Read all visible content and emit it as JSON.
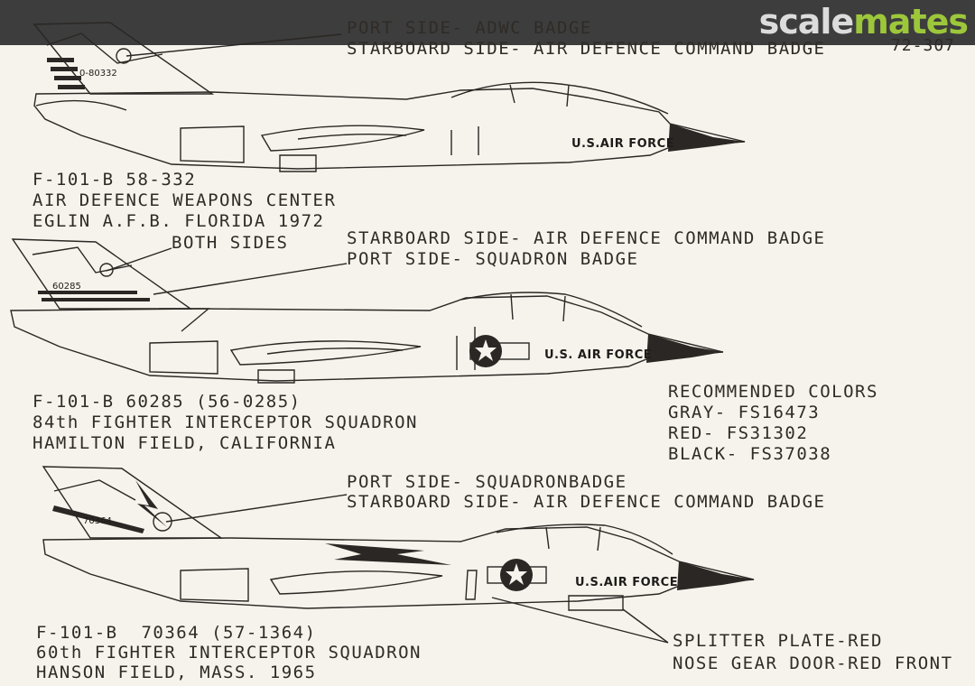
{
  "header": {
    "logo_left": "scale",
    "logo_right": "mates",
    "sheet_number": "72-307"
  },
  "colors": {
    "header_bg": "#3d3d3d",
    "logo_gray": "#dcdcdc",
    "logo_green": "#9dc73a",
    "paper": "#f6f3ec",
    "ink": "#2a2724"
  },
  "aircraft": [
    {
      "callout_line1": "PORT SIDE- ADWC BADGE",
      "callout_line2": "STARBOARD SIDE- AIR DEFENCE COMMAND BADGE",
      "tail_number": "0-80332",
      "fuselage_marking": "U.S.AIR FORCE",
      "caption_line1": "F-101-B 58-332",
      "caption_line2": "AIR DEFENCE WEAPONS CENTER",
      "caption_line3": "EGLIN A.F.B. FLORIDA 1972"
    },
    {
      "both_sides": "BOTH SIDES",
      "callout_line1": "STARBOARD SIDE- AIR DEFENCE COMMAND BADGE",
      "callout_line2": "PORT SIDE- SQUADRON BADGE",
      "tail_number": "60285",
      "fuselage_marking": "U.S. AIR FORCE",
      "caption_line1": "F-101-B 60285 (56-0285)",
      "caption_line2": "84th FIGHTER INTERCEPTOR SQUADRON",
      "caption_line3": "HAMILTON FIELD, CALIFORNIA"
    },
    {
      "callout_line1": "PORT SIDE- SQUADRONBADGE",
      "callout_line2": "STARBOARD SIDE- AIR DEFENCE COMMAND BADGE",
      "tail_number": "70364",
      "fuselage_marking": "U.S.AIR FORCE",
      "caption_line1": "F-101-B  70364 (57-1364)",
      "caption_line2": "60th FIGHTER INTERCEPTOR SQUADRON",
      "caption_line3": "HANSON FIELD, MASS. 1965"
    }
  ],
  "recommended_colors": {
    "title": "RECOMMENDED COLORS",
    "gray": "GRAY- FS16473",
    "red": "RED- FS31302",
    "black": "BLACK- FS37038"
  },
  "notes": {
    "splitter": "SPLITTER PLATE-RED",
    "nose_gear": "NOSE GEAR DOOR-RED FRONT"
  }
}
